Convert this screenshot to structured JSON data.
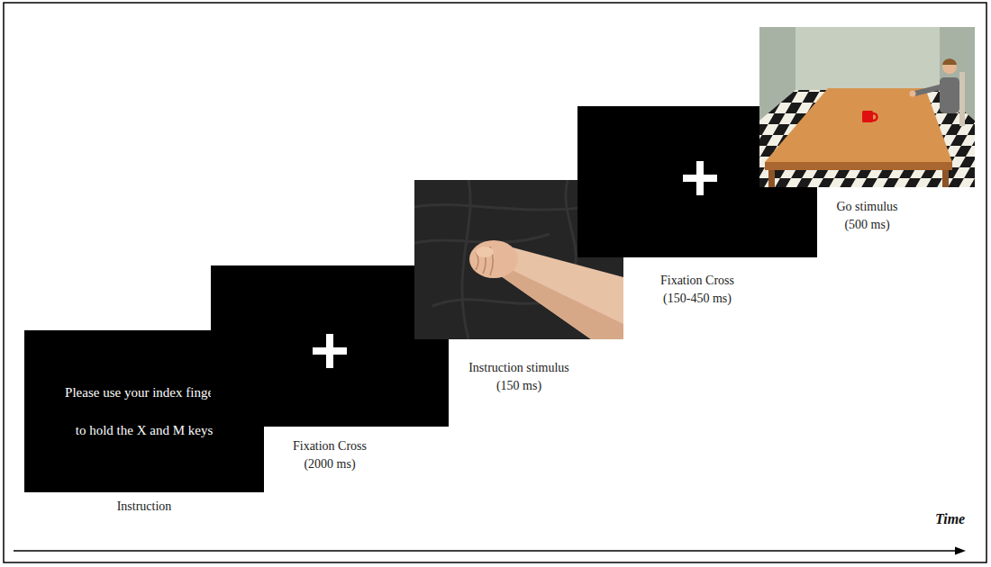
{
  "diagram": {
    "nodes": [
      {
        "text": [
          "Please use your index fingers to hold the X and M keys",
          "Instruction"
        ]
      },
      {
        "text": [
          "Fixation Cross (2000 ms)"
        ]
      },
      {
        "text": [
          "Instruction stimulus (150 ms)"
        ]
      },
      {
        "text": [
          "Fixation Cross (150-450 ms)"
        ]
      },
      {
        "text": [
          "Go stimulus (500 ms)"
        ]
      }
    ],
    "labels": [
      "Time"
    ]
  }
}
